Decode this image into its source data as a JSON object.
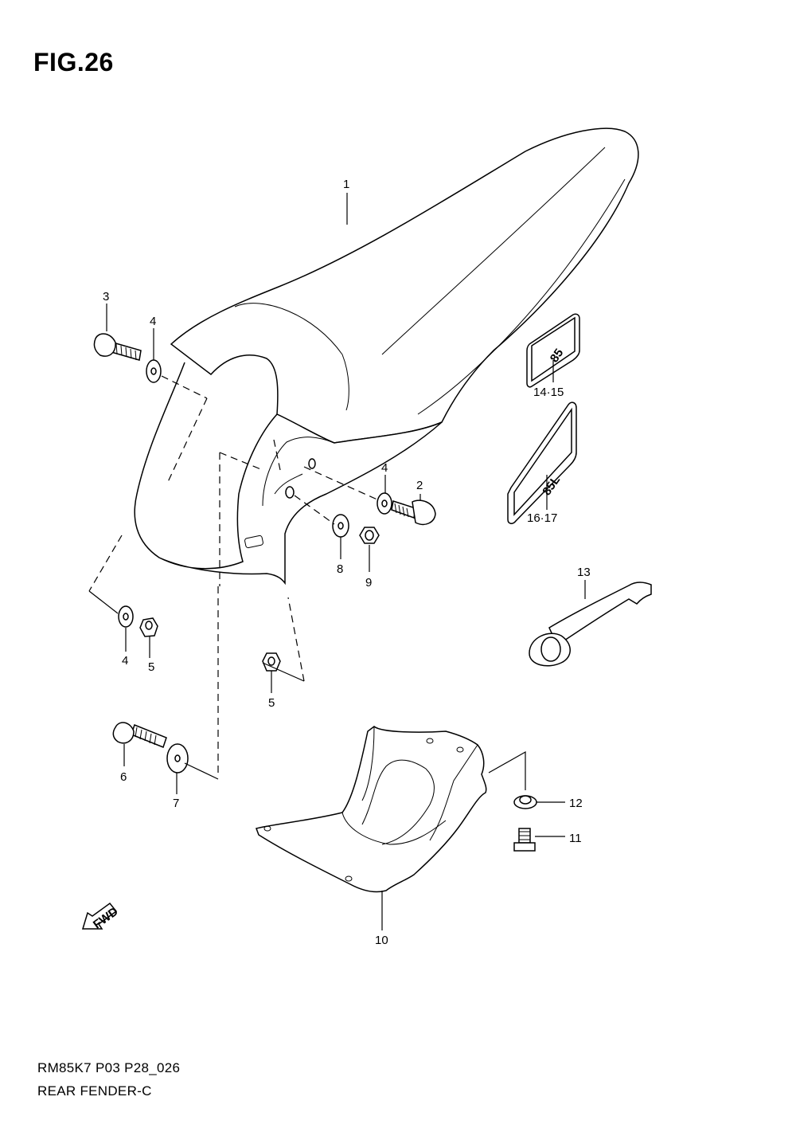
{
  "figure": {
    "title": "FIG.26"
  },
  "footer": {
    "code": "RM85K7 P03 P28_026",
    "name": "REAR FENDER-C"
  },
  "fwd_label": "FWD",
  "callouts": {
    "c1": "1",
    "c2": "2",
    "c3": "3",
    "c4a": "4",
    "c4b": "4",
    "c4c": "4",
    "c5a": "5",
    "c5b": "5",
    "c6": "6",
    "c7": "7",
    "c8": "8",
    "c9": "9",
    "c10": "10",
    "c11": "11",
    "c12": "12",
    "c13": "13",
    "c1415": "14·15",
    "c1617": "16·17"
  },
  "emblems": {
    "small": "85",
    "large": "85L"
  }
}
